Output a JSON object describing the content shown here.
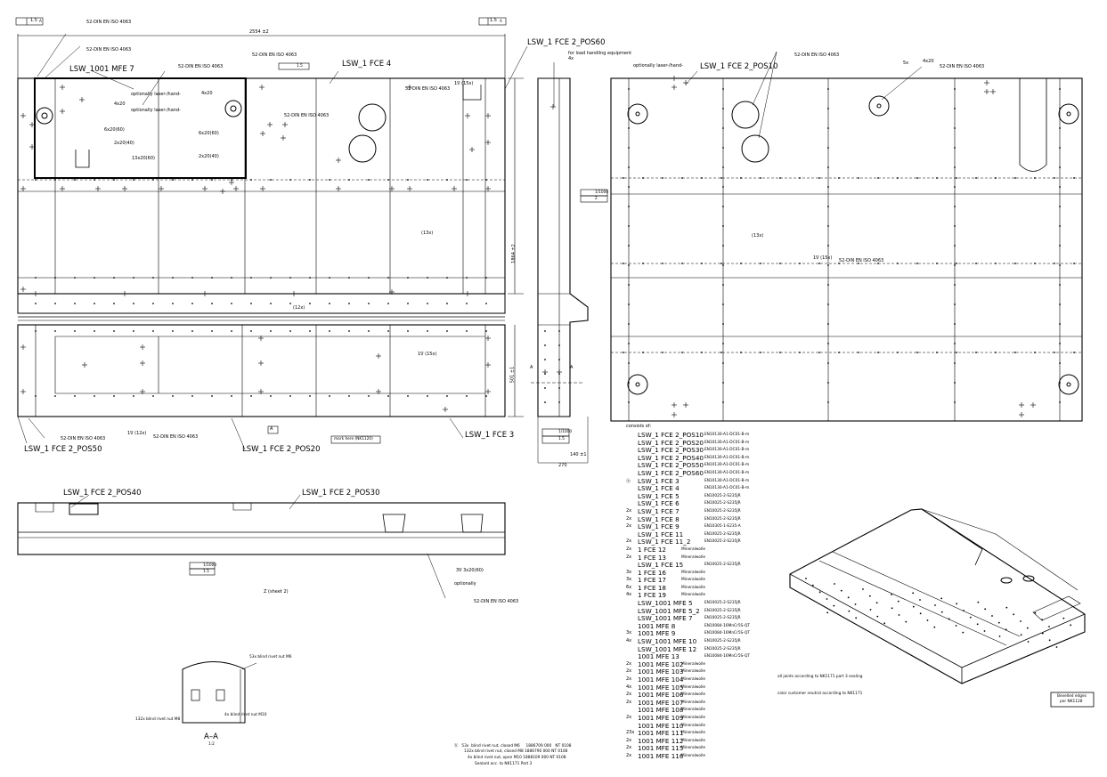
{
  "title_marks": {
    "flatness_left": "1.5",
    "flatness_left_ref": "A",
    "flatness_right": "1.5",
    "flatness_right_ref": "A",
    "overall_width": "2554 ±2",
    "overall_height": "1864 ±2",
    "lower_height": "501 ±1",
    "side_width": "270",
    "side_sub": "140 ±1",
    "weld_std": "52-DIN EN ISO 4063",
    "datum_a": "A",
    "section_label": "A",
    "view_z": "Z (sheet 2)"
  },
  "callouts": {
    "lsw_1001_mfe_7": "LSW_1001 MFE 7",
    "lsw_1_fce_4": "LSW_1 FCE 4",
    "lsw_1_fce_2_pos60": "LSW_1 FCE 2_POS60",
    "lsw_1_fce_2_pos10": "LSW_1 FCE 2_POS10",
    "lsw_1_fce_2_pos50": "LSW_1 FCE 2_POS50",
    "lsw_1_fce_2_pos20": "LSW_1 FCE 2_POS20",
    "lsw_1_fce_3": "LSW_1 FCE 3",
    "lsw_1_fce_2_pos40": "LSW_1 FCE 2_POS40",
    "lsw_1_fce_2_pos30": "LSW_1 FCE 2_POS30",
    "mark_here": "mark here (NK1120)",
    "optionally": "optionally laser-/hand-",
    "optionally2": "optionally",
    "load_handling": "for load handling equipment",
    "load_handling_qty": "4x",
    "weld_4x20": "4x20",
    "weld_6x20": "6x20(60)",
    "weld_2x20_40": "2x20(40)",
    "weld_13x20": "13x20(60)",
    "weld_2x20_40b": "2x20(40)",
    "weld_6x20b": "6x20(60)",
    "weld_2x20b": "2x20(40)",
    "weld_15x": "1∇ (15x)",
    "weld_15x_a": "1∇ (12x)",
    "weld_12x": "(12x)",
    "weld_13x": "(13x)",
    "weld_5x": "5x",
    "weld_4x20b": "4x20",
    "weld_3x20": "3∇ 3x20(60)",
    "flat_1_1000": "1/1000",
    "flat_2": "2",
    "flat_1_5": "1.5",
    "section_aa": "A–A",
    "section_scale": "1:2",
    "rivet_53x": "53x blind rivet nut M6",
    "rivet_132x": "132x blind rivet nut M8",
    "rivet_4x": "4x blind rivet nut M10"
  },
  "bom": {
    "heading": "consists of:",
    "rows": [
      {
        "qty": "",
        "name": "LSW_1 FCE 2_POS10",
        "mat": "EN10130-A1-DC01-B-m"
      },
      {
        "qty": "",
        "name": "LSW_1 FCE 2_POS20",
        "mat": "EN10130-A1-DC01-B-m"
      },
      {
        "qty": "",
        "name": "LSW_1 FCE 2_POS30",
        "mat": "EN10130-A1-DC01-B-m"
      },
      {
        "qty": "",
        "name": "LSW_1 FCE 2_POS40",
        "mat": "EN10130-A1-DC01-B-m"
      },
      {
        "qty": "",
        "name": "LSW_1 FCE 2_POS50",
        "mat": "EN10130-A1-DC01-B-m"
      },
      {
        "qty": "",
        "name": "LSW_1 FCE 2_POS60",
        "mat": "EN10130-A1-DC01-B-m"
      },
      {
        "qty": "ⓑ",
        "name": "LSW_1 FCE 3",
        "mat": "EN10130-A1-DC01-B-m"
      },
      {
        "qty": "",
        "name": "LSW_1 FCE 4",
        "mat": "EN10130-A1-DC01-B-m"
      },
      {
        "qty": "",
        "name": "LSW_1 FCE 5",
        "mat": "EN10025-2-S235JR"
      },
      {
        "qty": "",
        "name": "LSW_1 FCE 6",
        "mat": "EN10025-2-S235JR"
      },
      {
        "qty": "2x",
        "name": "LSW_1 FCE 7",
        "mat": "EN10025-2-S235JR"
      },
      {
        "qty": "2x",
        "name": "LSW_1 FCE 8",
        "mat": "EN10025-2-S235JR"
      },
      {
        "qty": "2x",
        "name": "LSW_1 FCE 9",
        "mat": "EN10305-1-E235-A"
      },
      {
        "qty": "",
        "name": "LSW_1 FCE 11",
        "mat": "EN10025-2-S235JR"
      },
      {
        "qty": "2x",
        "name": "LSW_1 FCE 11_2",
        "mat": "EN10025-2-S235JR"
      },
      {
        "qty": "2x",
        "name": "1 FCE 12",
        "mat": "Mineralwolle"
      },
      {
        "qty": "2x",
        "name": "1 FCE 13",
        "mat": "Mineralwolle"
      },
      {
        "qty": "",
        "name": "LSW_1 FCE 15",
        "mat": "EN10025-2-S235JR"
      },
      {
        "qty": "3x",
        "name": "1 FCE 16",
        "mat": "Mineralwolle"
      },
      {
        "qty": "3x",
        "name": "1 FCE 17",
        "mat": "Mineralwolle"
      },
      {
        "qty": "6x",
        "name": "1 FCE 18",
        "mat": "Mineralwolle"
      },
      {
        "qty": "4x",
        "name": "1 FCE 19",
        "mat": "Mineralwolle"
      },
      {
        "qty": "",
        "name": "LSW_1001 MFE 5",
        "mat": "EN10025-2-S235JR"
      },
      {
        "qty": "",
        "name": "LSW_1001 MFE 5_2",
        "mat": "EN10025-2-S235JR"
      },
      {
        "qty": "",
        "name": "LSW_1001 MFE 7",
        "mat": "EN10025-2-S235JR"
      },
      {
        "qty": "",
        "name": "1001 MFE 8",
        "mat": "EN10084-16MnCr5S-QT"
      },
      {
        "qty": "3x",
        "name": "1001 MFE 9",
        "mat": "EN10084-16MnCr5S-QT"
      },
      {
        "qty": "4x",
        "name": "LSW_1001 MFE 10",
        "mat": "EN10025-2-S235JR"
      },
      {
        "qty": "",
        "name": "LSW_1001 MFE 12",
        "mat": "EN10025-2-S235JR"
      },
      {
        "qty": "",
        "name": "1001 MFE 13",
        "mat": "EN10084-16MnCr5S-QT"
      },
      {
        "qty": "2x",
        "name": "1001 MFE 102",
        "mat": "Mineralwolle"
      },
      {
        "qty": "2x",
        "name": "1001 MFE 103",
        "mat": "Mineralwolle"
      },
      {
        "qty": "2x",
        "name": "1001 MFE 104",
        "mat": "Mineralwolle"
      },
      {
        "qty": "4x",
        "name": "1001 MFE 105",
        "mat": "Mineralwolle"
      },
      {
        "qty": "2x",
        "name": "1001 MFE 106",
        "mat": "Mineralwolle"
      },
      {
        "qty": "2x",
        "name": "1001 MFE 107",
        "mat": "Mineralwolle"
      },
      {
        "qty": "",
        "name": "1001 MFE 108",
        "mat": "Mineralwolle"
      },
      {
        "qty": "2x",
        "name": "1001 MFE 109",
        "mat": "Mineralwolle"
      },
      {
        "qty": "",
        "name": "1001 MFE 110",
        "mat": "Mineralwolle"
      },
      {
        "qty": "23x",
        "name": "1001 MFE 111",
        "mat": "Mineralwolle"
      },
      {
        "qty": "2x",
        "name": "1001 MFE 112",
        "mat": "Mineralwolle"
      },
      {
        "qty": "2x",
        "name": "1001 MFE 115",
        "mat": "Mineralwolle"
      },
      {
        "qty": "2x",
        "name": "1001 MFE 116",
        "mat": "Mineralwolle"
      }
    ]
  },
  "notes": {
    "joints": "all joints according to NK1171 part 3 sealing",
    "color": "color customer neutral according to NK1171",
    "bevelled1": "Bevelled edges",
    "bevelled2": "per NK1128",
    "rivet_a": "ⓑ   53x  blind rivet nut, closed M6     1886709 000   NT 0108",
    "rivet_b": "132x  blind rivet nut, closed M8     1886790 000   NT 0108",
    "rivet_c": "4x  blind rivet nut, open M10     1888109 000   NT 0108",
    "rivet_d": "Sealant acc. to NK1171 Part 3"
  }
}
